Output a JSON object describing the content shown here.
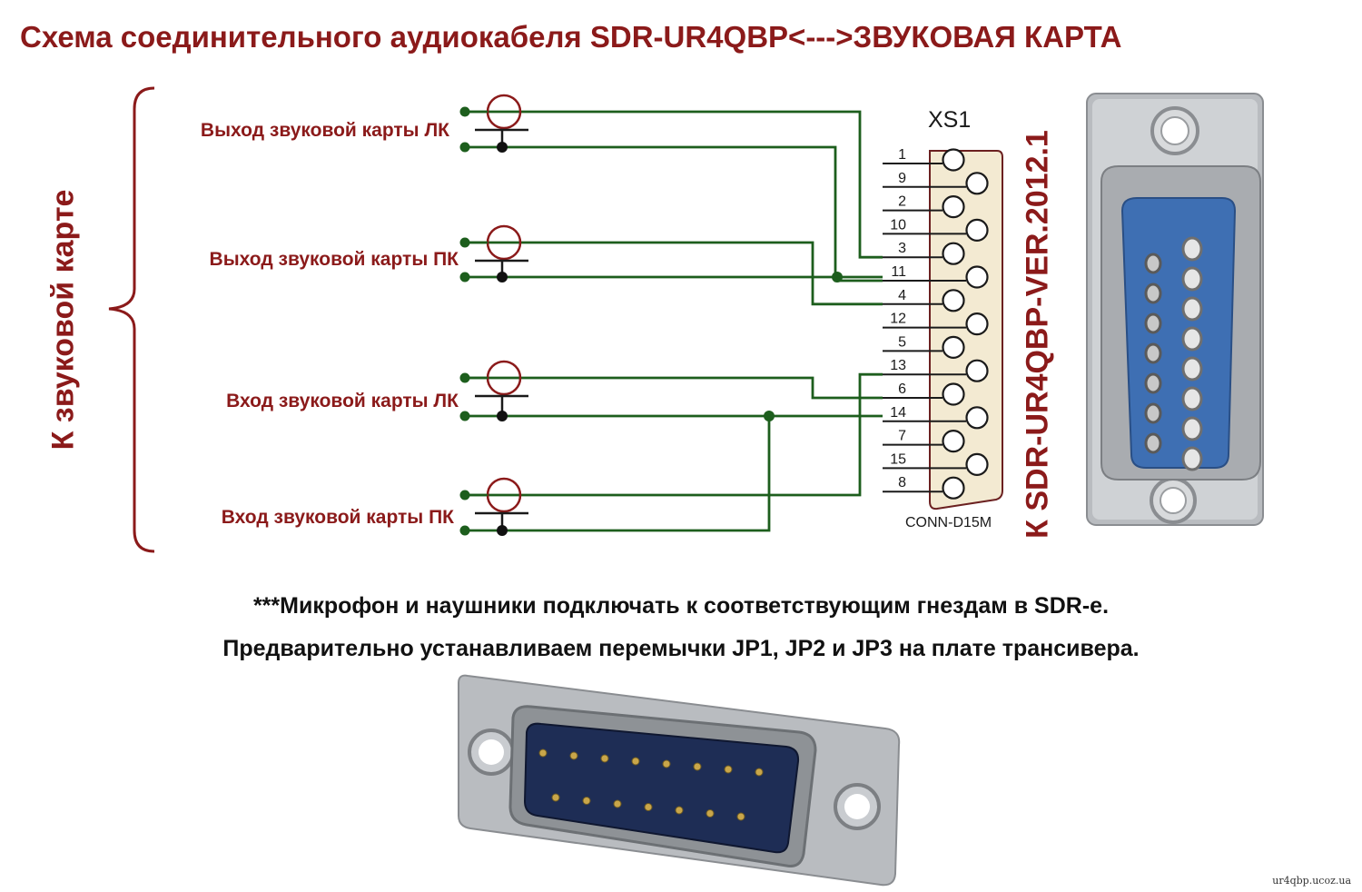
{
  "title": "Схема соединительного аудиокабеля SDR-UR4QBP<--->ЗВУКОВАЯ КАРТА",
  "side_label": "К звуковой карте",
  "right_label": "К SDR-UR4QBP-VER.2012.1",
  "connector": {
    "designator": "XS1",
    "part_name": "CONN-D15M",
    "pins": [
      "1",
      "9",
      "2",
      "10",
      "3",
      "11",
      "4",
      "12",
      "5",
      "13",
      "6",
      "14",
      "7",
      "15",
      "8"
    ]
  },
  "jacks": [
    {
      "label": "Выход звуковой карты ЛК"
    },
    {
      "label": "Выход звуковой карты ПК"
    },
    {
      "label": "Вход звуковой карты ЛК"
    },
    {
      "label": "Вход звуковой карты ПК"
    }
  ],
  "notes": [
    "***Микрофон и наушники подключать к соответствующим гнездам в SDR-е.",
    "Предварительно устанавливаем перемычки JP1, JP2 и JP3 на плате трансивера."
  ],
  "watermark": "ur4qbp.ucoz.ua",
  "colors": {
    "title": "#8b1a1a",
    "wire": "#1d5e1d",
    "connector_fill": "#f3ead2",
    "outline": "#1a1a1a"
  }
}
